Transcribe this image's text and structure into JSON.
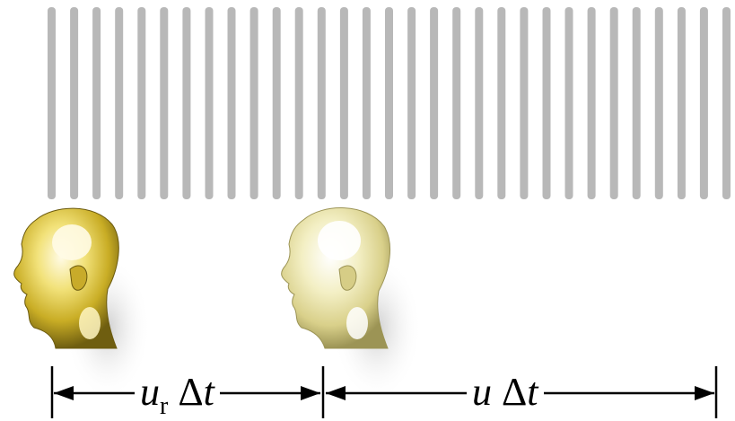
{
  "colors": {
    "bars": "#b8b8b8",
    "head_bright": "#d9c43a",
    "head_faded": "#d8d290",
    "shadow": "#d4d4d4",
    "ink": "#000000"
  },
  "bars": {
    "count": 31
  },
  "figures": [
    {
      "name": "head-bright",
      "icon": "human-head-profile-icon"
    },
    {
      "name": "head-faded",
      "icon": "human-head-profile-icon"
    }
  ],
  "labels": {
    "left": {
      "var": "u",
      "sub": "r",
      "delta": "Δ",
      "t": "t"
    },
    "right": {
      "var": "u",
      "delta": "Δ",
      "t": "t"
    }
  }
}
